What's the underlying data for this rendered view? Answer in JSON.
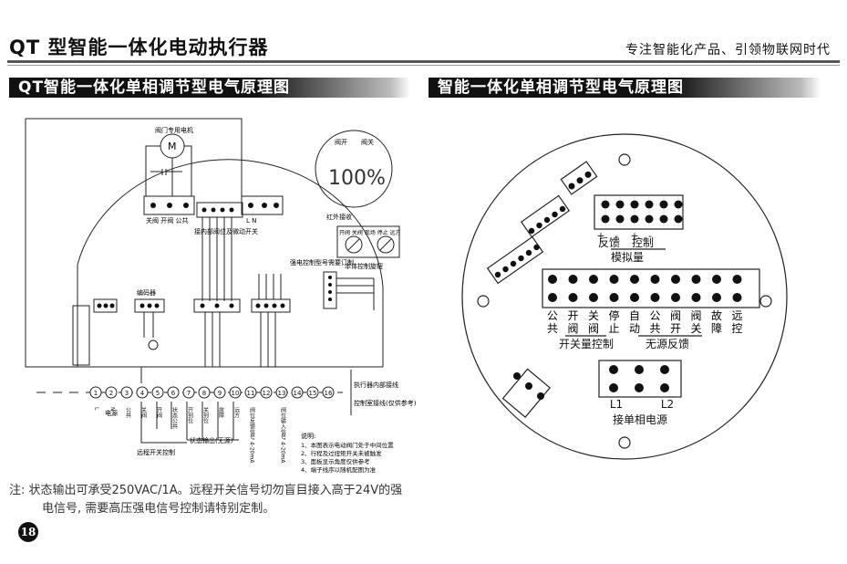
{
  "header": {
    "title": "QT 型智能一体化电动执行器",
    "slogan": "专注智能化产品、引领物联网时代"
  },
  "left_section": {
    "heading": "QT智能一体化单相调节型电气原理图",
    "motor_label": "阀门专用电机",
    "motor_symbol": "M",
    "display_value": "100%",
    "open_label": "阀开",
    "close_label": "阀关",
    "ir_label": "红外接收",
    "knob_labels": "开阀 关阀 现场 停止 远方",
    "local_control_label": "本体控制旋钮",
    "top_terminal_labels": "关阀 开阀 公共",
    "power_terminal_labels": "L  N",
    "limit_block_label": "接内部阀位及微动开关",
    "encoder_label": "编码器",
    "strong_control_label": "强电控制型号需要订制",
    "terminal_numbers": [
      "1",
      "2",
      "3",
      "4",
      "5",
      "6",
      "7",
      "8",
      "9",
      "10",
      "11",
      "12",
      "13",
      "14",
      "15",
      "16"
    ],
    "terminal_names": [
      "L",
      "N",
      "公共",
      "关阀",
      "开阀",
      "状态公共",
      "开到位",
      "关到位",
      "故障",
      "远方",
      "阀位反馈信号 4-20mA",
      "",
      "阀位输入信号 4-20mA",
      "",
      ""
    ],
    "internal_wiring_label": "执行器内部接线",
    "field_wiring_label": "控制室接线(仅供参考)",
    "power_label": "电源",
    "remote_switch_label": "远程开关控制",
    "status_output_label": "状态输出(无源)",
    "notes_title": "说明:",
    "notes": [
      "1、本图表示电动阀门处于中间位置",
      "2、行程及过扭矩开关未被触发",
      "3、面板显示角度仅供参考",
      "4、端子线序以随机配图为准"
    ]
  },
  "right_section": {
    "heading": "智能一体化单相调节型电气原理图",
    "analog_feedback": "反馈",
    "analog_control": "控制",
    "analog_title": "模拟量",
    "plus": "+",
    "minus": "-",
    "switch_cols": [
      "公共",
      "开阀",
      "关阀",
      "停止",
      "自动",
      "公共",
      "阀开",
      "阀关",
      "故障",
      "远控"
    ],
    "switch_group": "开关量控制",
    "passive_group": "无源反馈",
    "l1": "L1",
    "l2": "L2",
    "power_title": "接单相电源"
  },
  "footer": {
    "note_line1": "注: 状态输出可承受250VAC/1A。远程开关信号切勿盲目接入高于24V的强",
    "note_line2": "电信号, 需要高压强电信号控制请特别定制。",
    "page_number": "18"
  }
}
